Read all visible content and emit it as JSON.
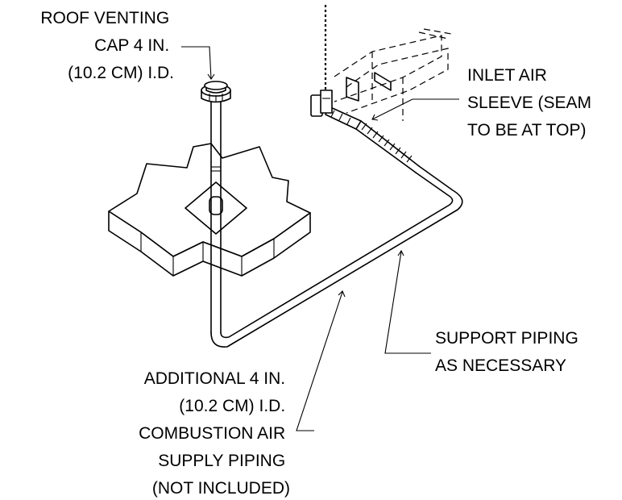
{
  "callouts": {
    "roof_cap": [
      "ROOF VENTING",
      "CAP 4 IN.",
      "(10.2 CM) I.D."
    ],
    "inlet_sleeve": [
      "INLET AIR",
      "SLEEVE (SEAM",
      "TO BE AT TOP)"
    ],
    "support": [
      "SUPPORT PIPING",
      "AS NECESSARY"
    ],
    "additional_piping": [
      "ADDITIONAL 4 IN.",
      "(10.2 CM) I.D.",
      "COMBUSTION AIR",
      "SUPPLY PIPING",
      "(NOT INCLUDED)"
    ]
  }
}
